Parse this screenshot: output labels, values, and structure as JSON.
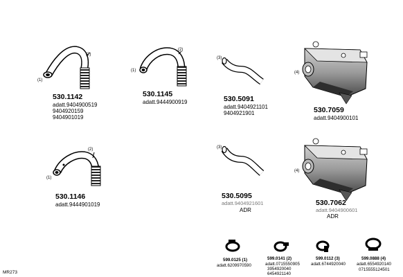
{
  "parts": [
    {
      "part_number": "530.1142",
      "adatt": "adatt.9404900519",
      "extra": [
        "9404920159",
        "9404901019"
      ],
      "labels": [
        "(1)",
        "(2)"
      ]
    },
    {
      "part_number": "530.1145",
      "adatt": "adatt.9444900919",
      "extra": [],
      "labels": [
        "(1)",
        "(2)"
      ]
    },
    {
      "part_number": "530.5091",
      "adatt": "adatt.9404921101",
      "extra": [
        "9404921901"
      ],
      "labels": [
        "(3)"
      ]
    },
    {
      "part_number": "530.7059",
      "adatt": "adatt.9404900101",
      "extra": [],
      "labels": [
        "(4)"
      ]
    },
    {
      "part_number": "530.1146",
      "adatt": "adatt.9444901019",
      "extra": [],
      "labels": [
        "(1)",
        "(2)"
      ]
    },
    {
      "part_number": "530.5095",
      "adatt": "adatt.9404921601",
      "extra": [
        "ADR"
      ],
      "labels": [
        "(3)"
      ]
    },
    {
      "part_number": "530.7062",
      "adatt": "adatt.9404900601",
      "extra": [
        "ADR"
      ],
      "labels": [
        "(4)"
      ]
    }
  ],
  "clamps": [
    {
      "part_number": "599.0125 (1)",
      "adatt": [
        "adatt.6209970590"
      ]
    },
    {
      "part_number": "599.0141 (2)",
      "adatt": [
        "adatt.0715550905",
        "3954920040",
        "6454921140"
      ]
    },
    {
      "part_number": "599.0112 (3)",
      "adatt": [
        "adatt.6744920040"
      ]
    },
    {
      "part_number": "599.0888 (4)",
      "adatt": [
        "adatt.6554920140",
        "0715555124501"
      ]
    }
  ],
  "footer": {
    "code": "MR273"
  },
  "colors": {
    "ink": "#000000",
    "light_text": "#777777",
    "fill_gray": "#9a9a9a",
    "dark_gray": "#3a3a3a"
  }
}
